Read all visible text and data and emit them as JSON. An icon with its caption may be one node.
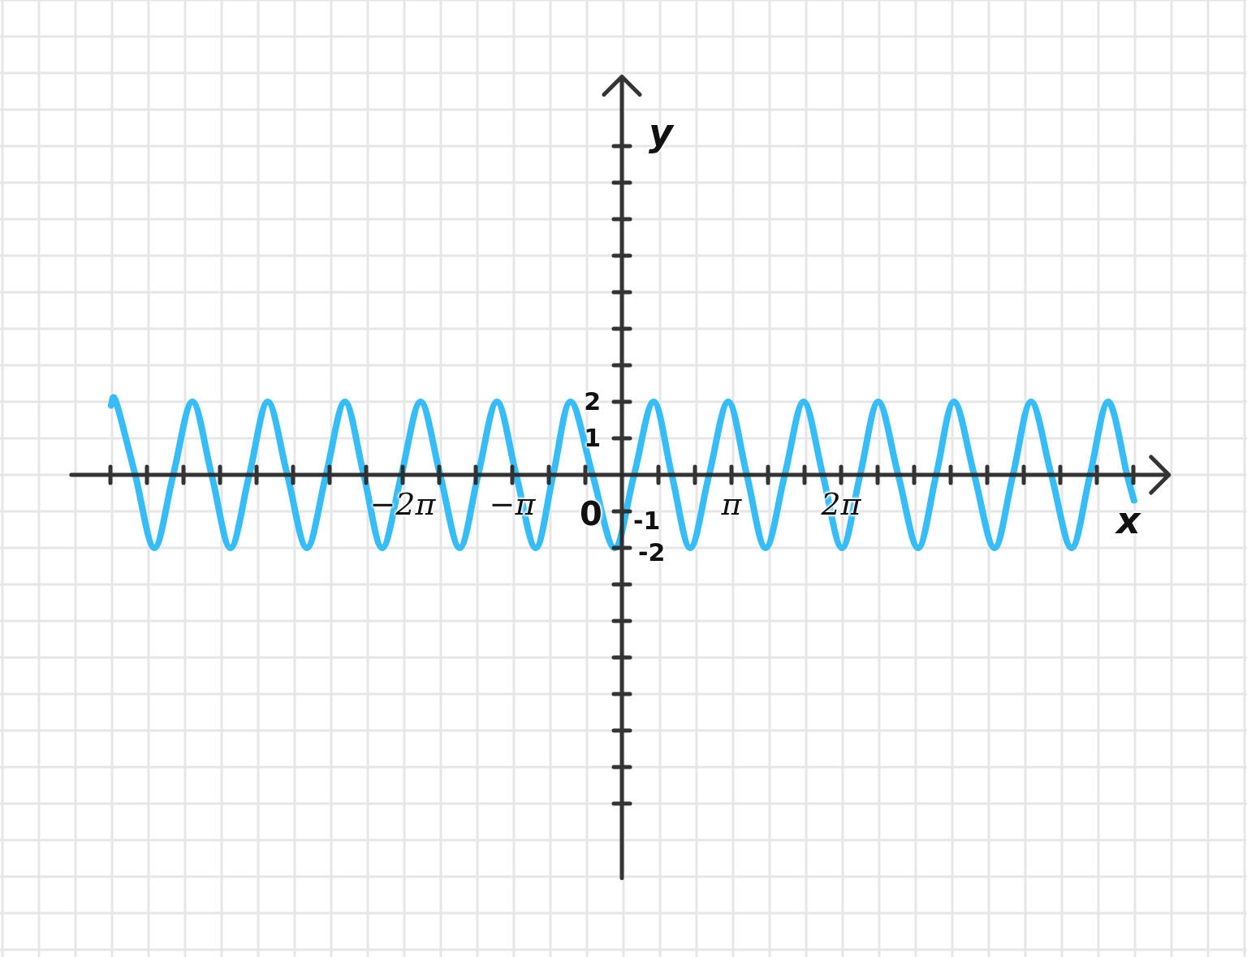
{
  "diagram": {
    "labels": [
      "0",
      "-1",
      "-2"
    ],
    "chart_data": {
      "type": "line",
      "xlabel": "x",
      "ylabel": "y",
      "xlim": [
        -15.78,
        15.68
      ],
      "ylim": [
        -11.04,
        10.9
      ],
      "xticks": [
        {
          "value": -6.283,
          "label": "−2π"
        },
        {
          "value": -3.142,
          "label": "−π"
        },
        {
          "value": 3.142,
          "label": "π"
        },
        {
          "value": 6.283,
          "label": "2π"
        }
      ],
      "yticks": [
        2,
        1
      ],
      "grid": true,
      "x": [
        -14.64,
        -14.5,
        -13.95,
        -13.4,
        -12.86,
        -12.31,
        -11.76,
        -11.22,
        -10.68,
        -10.15,
        -9.59,
        -9.03,
        -8.48,
        -7.94,
        -7.4,
        -6.87,
        -6.32,
        -5.77,
        -5.21,
        -4.65,
        -4.12,
        -3.58,
        -3.03,
        -2.47,
        -1.97,
        -1.47,
        -0.84,
        -0.21,
        0.35,
        0.91,
        1.43,
        1.96,
        2.5,
        3.05,
        3.58,
        4.12,
        4.67,
        5.21,
        5.76,
        6.31,
        6.83,
        7.35,
        7.92,
        8.49,
        9.01,
        9.52,
        10.1,
        10.68,
        11.21,
        11.73,
        12.31,
        12.89,
        13.42,
        13.94,
        14.48,
        14.68
      ],
      "series": [
        {
          "color": "#36bdf7",
          "values": [
            1.9,
            2,
            0,
            -2,
            0,
            2,
            0,
            -2,
            0,
            2,
            0,
            -2,
            0,
            2,
            0,
            -2,
            0,
            2,
            0,
            -2,
            0,
            2,
            0,
            -2,
            0,
            2,
            0,
            -2,
            0,
            2,
            0,
            -2,
            0,
            2,
            0,
            -2,
            0,
            2,
            0,
            -2,
            0,
            2,
            0,
            -2,
            0,
            2,
            0,
            -2,
            0,
            2,
            0,
            -2,
            0,
            2,
            0,
            -0.7
          ]
        }
      ]
    }
  }
}
